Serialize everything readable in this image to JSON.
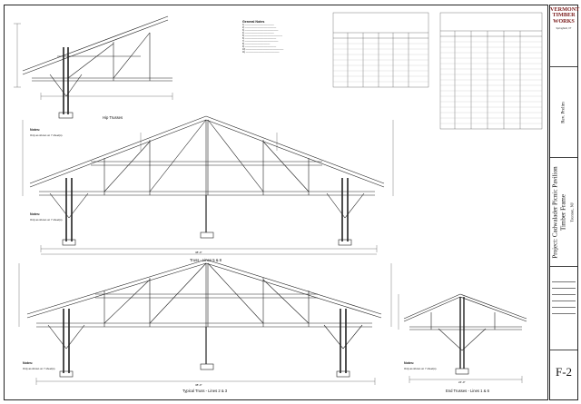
{
  "drawing": {
    "views": [
      {
        "id": "hip",
        "title": "Hip Trusses"
      },
      {
        "id": "main",
        "title": "Truss - Lines 5 & 8"
      },
      {
        "id": "typical",
        "title": "Typical Truss - Lines 2 & 3"
      },
      {
        "id": "end",
        "title": "End Trusses - Lines 1 & 6"
      }
    ],
    "notes_title": "Notes:",
    "notes_body": "Only as shown on 7 sheet(s).",
    "general_notes_title": "General Notes",
    "dims": {
      "main_span": "38'-0\"",
      "typical_span": "38'-0\"",
      "end_span": "24'-0\""
    }
  },
  "title_block": {
    "company_line1": "VERMONT",
    "company_line2": "TIMBER",
    "company_line3": "WORKS",
    "company_address": "Springfield, VT",
    "revision_label": "Rev. Prelim",
    "project_label": "Project:",
    "project_name": "Cadwalader Picnic Pavilion",
    "project_type": "Timber Frame",
    "project_location": "Trenton, NJ",
    "sheet_number": "F-2"
  }
}
